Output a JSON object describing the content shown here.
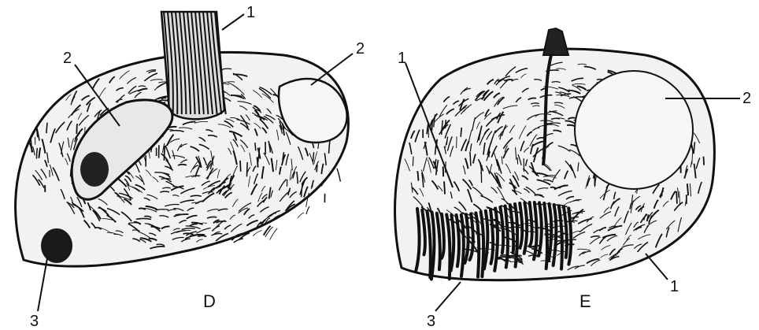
{
  "figure": {
    "panels": [
      {
        "id": "D",
        "caption": "D",
        "callouts": [
          "1",
          "2",
          "2",
          "3"
        ]
      },
      {
        "id": "E",
        "caption": "E",
        "callouts": [
          "1",
          "2",
          "1",
          "3"
        ]
      }
    ],
    "colors": {
      "ink": "#111111",
      "background": "#ffffff"
    }
  }
}
